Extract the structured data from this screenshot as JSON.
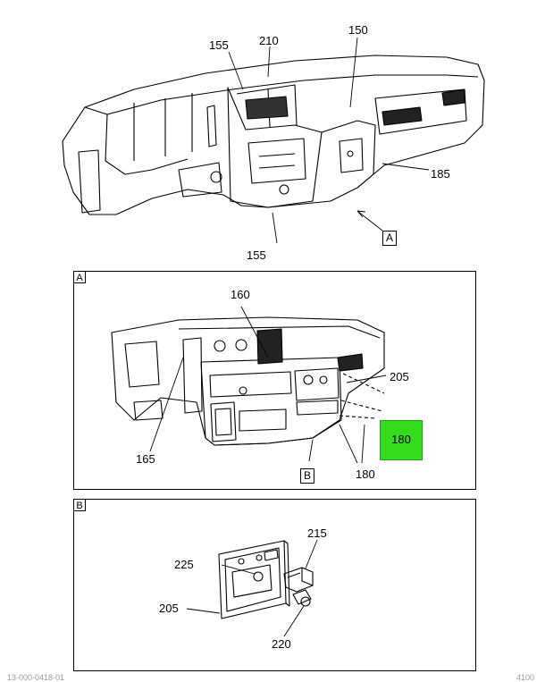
{
  "overview": {
    "callouts": [
      "155",
      "210",
      "150",
      "185",
      "155"
    ],
    "view_ref": "A"
  },
  "panel_a": {
    "tag": "A",
    "callouts": [
      "160",
      "205",
      "165",
      "180"
    ],
    "highlighted_callout": "180",
    "highlight_color": "#33dd1d",
    "view_ref": "B"
  },
  "panel_b": {
    "tag": "B",
    "callouts": [
      "215",
      "225",
      "205",
      "220"
    ]
  },
  "footer": {
    "left": "13-000-0418-01",
    "right": "4100"
  }
}
